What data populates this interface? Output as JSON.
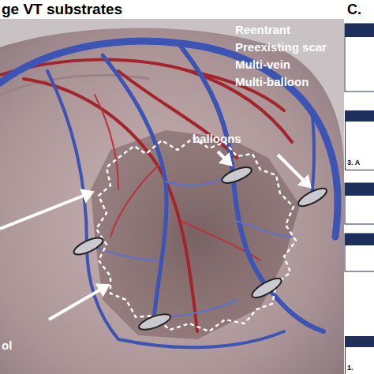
{
  "diagram": {
    "title": "ge VT substrates",
    "nodes": [
      {
        "text": [
          "3. A"
        ]
      },
      {
        "text": [
          "1."
        ]
      }
    ],
    "labels": [
      "C.",
      "Reentrant",
      "Preexisting scar",
      "Multi-vein",
      "Multi-balloon",
      "balloons",
      "ol"
    ]
  }
}
